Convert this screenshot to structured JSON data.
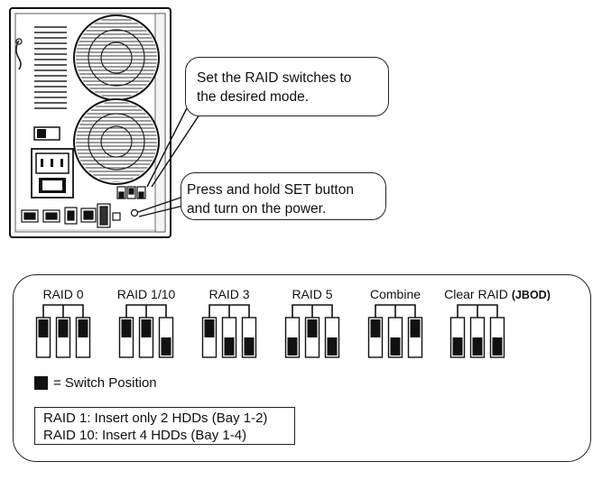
{
  "callouts": {
    "raid_switches": [
      "Set the RAID switches to",
      "the desired mode."
    ],
    "set_button": [
      "Press and hold SET button",
      "and turn on the power."
    ]
  },
  "raid_modes": [
    {
      "label": "RAID 0",
      "suffix": "",
      "switches": [
        "up",
        "up",
        "up"
      ]
    },
    {
      "label": "RAID 1/10",
      "suffix": "",
      "switches": [
        "up",
        "up",
        "down"
      ]
    },
    {
      "label": "RAID 3",
      "suffix": "",
      "switches": [
        "up",
        "down",
        "down"
      ]
    },
    {
      "label": "RAID 5",
      "suffix": "",
      "switches": [
        "down",
        "up",
        "down"
      ]
    },
    {
      "label": "Combine",
      "suffix": "",
      "switches": [
        "up",
        "down",
        "up"
      ]
    },
    {
      "label": "Clear RAID",
      "suffix": "(JBOD)",
      "switches": [
        "down",
        "down",
        "down"
      ]
    }
  ],
  "legend": {
    "text": "= Switch Position"
  },
  "note": {
    "line1": "RAID 1: Insert only 2 HDDs (Bay 1-2)",
    "line2": "RAID 10: Insert 4 HDDs (Bay 1-4)"
  },
  "colors": {
    "ink": "#111111",
    "panel_fill": "#ffffff",
    "device_shade": "#efefef"
  }
}
